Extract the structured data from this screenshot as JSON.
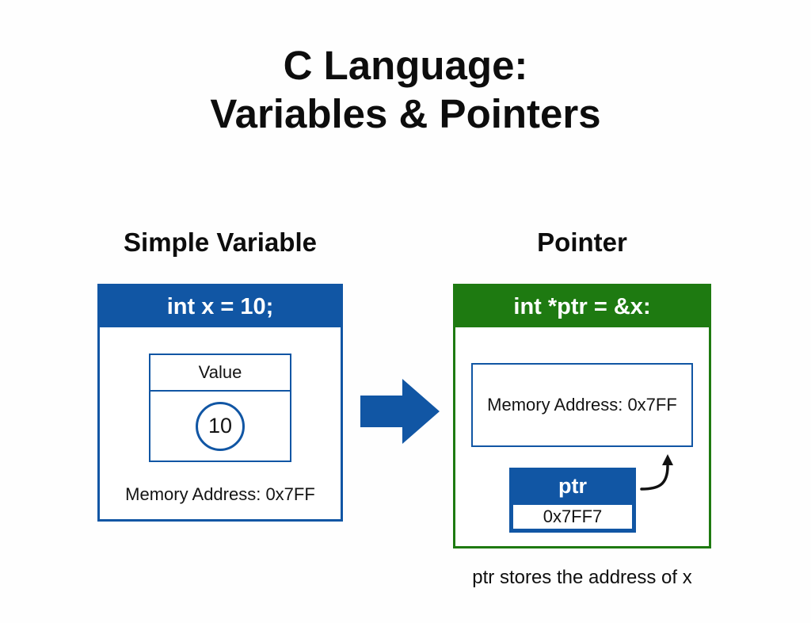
{
  "title": {
    "line1": "C Language:",
    "line2": "Variables & Pointers"
  },
  "colors": {
    "accent_blue": "#1156a4",
    "accent_green": "#1e7a11",
    "arrow_black": "#111111"
  },
  "simple_variable": {
    "heading": "Simple Variable",
    "declaration": "int x = 10;",
    "value_label": "Value",
    "value": "10",
    "memory_address": "Memory Address: 0x7FF"
  },
  "pointer": {
    "heading": "Pointer",
    "declaration": "int *ptr = &x:",
    "memory_address": "Memory Address: 0x7FF",
    "ptr_label": "ptr",
    "ptr_value": "0x7FF7",
    "caption": "ptr stores the address of x"
  }
}
